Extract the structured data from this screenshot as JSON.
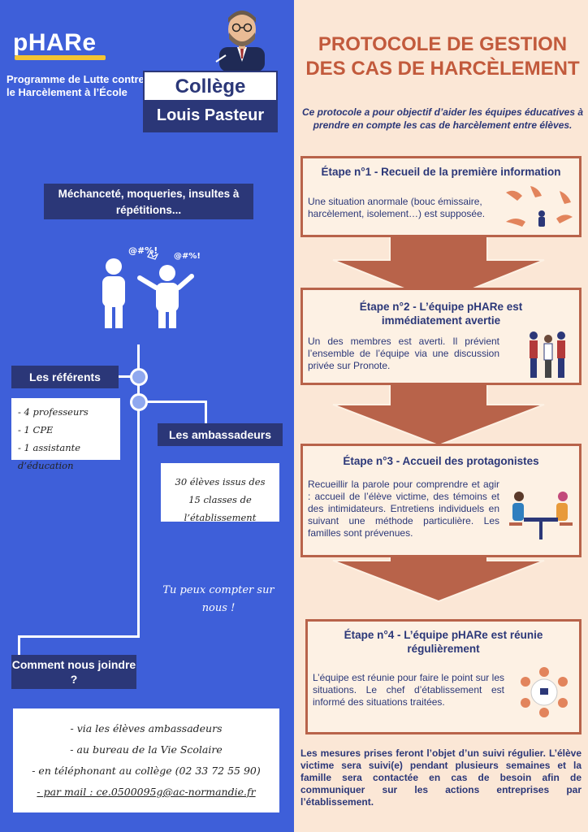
{
  "left": {
    "logo": "pHARe",
    "program": "Programme de Lutte contre le Harcèlement à l’École",
    "college_line1": "Collège",
    "college_line2": "Louis Pasteur",
    "bullying_caption": "Méchanceté, moqueries, insultes à répétitions...",
    "swear_text": "@#%!",
    "referents_label": "Les référents",
    "referents_items": [
      "- 4 professeurs",
      "- 1 CPE",
      "- 1 assistante d’éducation"
    ],
    "ambassadors_label": "Les ambassadeurs",
    "ambassadors_text": "30 élèves issus des 15 classes de l’établissement",
    "reassure": "Tu peux compter sur nous !",
    "contact_label": "Comment nous joindre ?",
    "contact_items": [
      "- via les élèves ambassadeurs",
      "- au bureau de la Vie Scolaire",
      "- en téléphonant au collège (02 33 72 55 90)",
      "- par mail : ce.0500095g@ac-normandie.fr"
    ]
  },
  "right": {
    "title": "PROTOCOLE DE GESTION DES CAS DE HARCÈLEMENT",
    "intro": "Ce protocole a pour objectif d’aider les équipes éducatives à prendre en compte les cas de harcèlement entre élèves.",
    "steps": [
      {
        "title": "Étape n°1 - Recueil de la première information",
        "text": "Une situation anormale (bouc émissaire, harcèlement, isolement…) est supposée."
      },
      {
        "title": "Étape n°2 - L’équipe pHARe est immédiatement avertie",
        "text": "Un des membres est averti. Il prévient l’ensemble de l’équipe via une discussion privée sur Pronote."
      },
      {
        "title": "Étape n°3 - Accueil des protagonistes",
        "text": "Recueillir la parole pour comprendre et agir : accueil de l’élève victime, des témoins et des intimidateurs. Entretiens individuels en suivant une méthode particulière. Les familles sont prévenues."
      },
      {
        "title": "Étape n°4 - L’équipe pHARe est réunie régulièrement",
        "text": "L’équipe est réunie pour faire le point sur les situations. Le chef d’établissement est informé des situations traitées."
      }
    ],
    "footer": "Les mesures prises feront l’objet d’un suivi régulier. L’élève victime sera suivi(e) pendant plusieurs semaines et la famille sera contactée en cas de besoin afin de communiquer sur les actions entreprises par l’établissement."
  },
  "colors": {
    "left_bg": "#3e5fd9",
    "right_bg": "#fbe7d6",
    "navy": "#2b3778",
    "accent": "#c25a3c",
    "arrow": "#b8634a",
    "logo_yellow": "#f3c433"
  }
}
